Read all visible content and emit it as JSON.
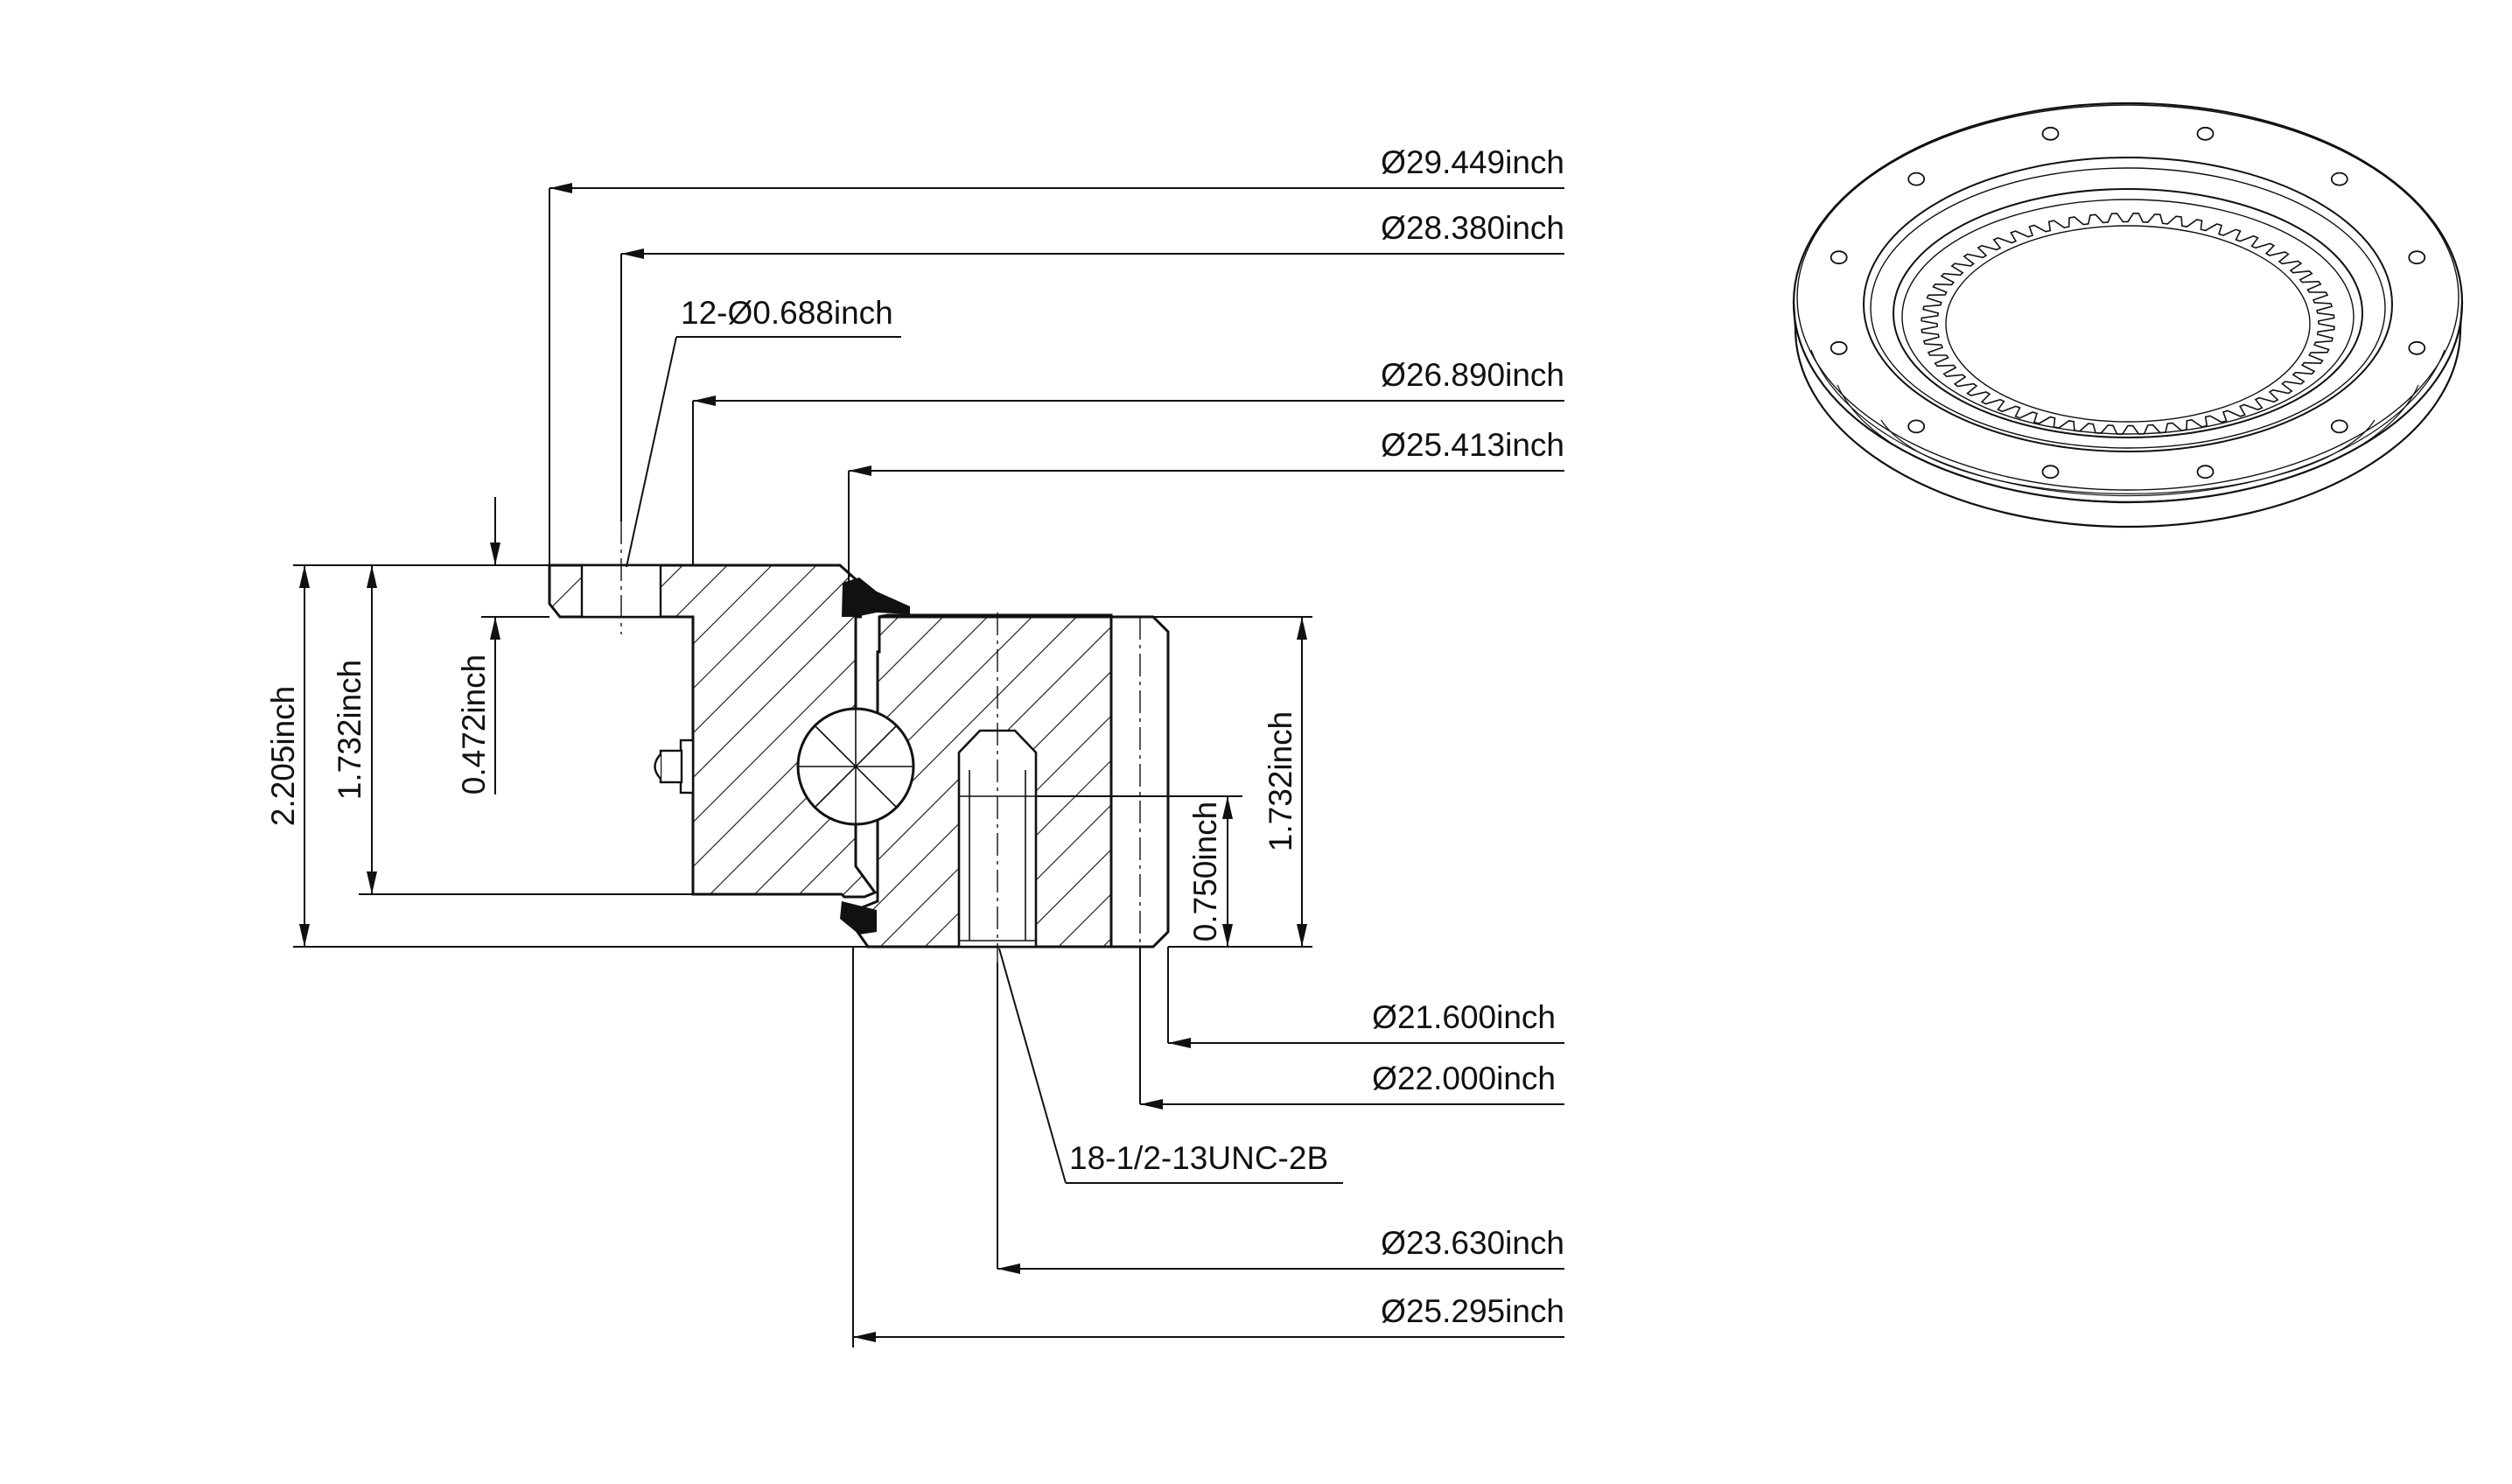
{
  "drawing": {
    "top_dimensions": {
      "d_29_449": "Ø29.449inch",
      "d_28_380": "Ø28.380inch",
      "holes": "12-Ø0.688inch",
      "d_26_890": "Ø26.890inch",
      "d_25_413": "Ø25.413inch"
    },
    "bottom_dimensions": {
      "d_21_600": "Ø21.600inch",
      "d_22_000": "Ø22.000inch",
      "thread": "18-1/2-13UNC-2B",
      "d_23_630": "Ø23.630inch",
      "d_25_295": "Ø25.295inch"
    },
    "height_dimensions": {
      "total_height": "2.205inch",
      "outer_ring_height": "1.732inch",
      "flange_thickness": "0.472inch",
      "inner_ring_height": "1.732inch",
      "thread_depth": "0.750inch"
    },
    "isometric_view": {
      "bolt_holes": 12,
      "gear_teeth": 60
    }
  }
}
